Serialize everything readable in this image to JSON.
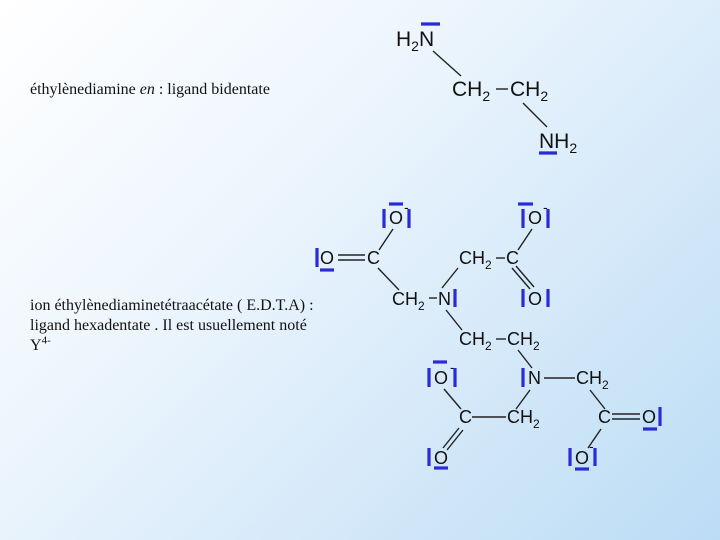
{
  "captions": {
    "en_name": "éthylènediamine ",
    "en_abbrev": "en",
    "en_rest": " : ligand bidentate",
    "edta_line1": "ion éthylènediaminetétraacétate ( E.D.T.A) :",
    "edta_line2": "ligand hexadentate . Il est usuellement noté",
    "edta_line3": "Y",
    "edta_charge": "4-"
  },
  "ethylenediamine": {
    "amine_top": "H",
    "amine_top_sub": "2",
    "amine_top_n": "N",
    "ch2_left": "CH",
    "ch2_left_sub": "2",
    "ch2_right": "CH",
    "ch2_right_sub": "2",
    "amine_bottom": "NH",
    "amine_bottom_sub": "2"
  },
  "edta": {
    "o_minus_a": "O",
    "minus_a": "-",
    "o_minus_b": "O",
    "minus_b": "-",
    "o_double_a": "O",
    "c_a": "C",
    "ch2_a": "CH",
    "ch2_a_sub": "2",
    "c_b": "C",
    "ch2_n1": "CH",
    "ch2_n1_sub": "2",
    "n1": "N",
    "o_double_b": "O",
    "ch2_bridge_left": "CH",
    "ch2_bridge_left_sub": "2",
    "ch2_bridge_right": "CH",
    "ch2_bridge_right_sub": "2",
    "o_minus_c": "O",
    "minus_c": "-",
    "n2": "N",
    "ch2_n2": "CH",
    "ch2_n2_sub": "2",
    "c_c": "C",
    "ch2_c": "CH",
    "ch2_c_sub": "2",
    "c_d": "C",
    "o_double_d": "O",
    "o_double_c": "O",
    "o_minus_d": "O",
    "minus_d": "-"
  },
  "colors": {
    "lone_pair": "#2b2bd6",
    "background_light": "#ffffff",
    "background_dark": "#bcdcf5"
  }
}
